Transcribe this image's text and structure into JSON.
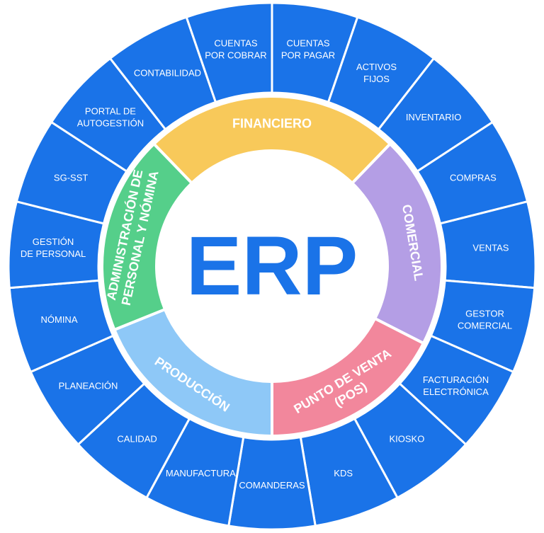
{
  "center": {
    "title": "ERP"
  },
  "colors": {
    "outer": "#1a73e8",
    "financiero": "#f8c95a",
    "comercial": "#b49ee5",
    "punto_de_venta": "#f2879c",
    "produccion": "#8ec8f7",
    "administracion": "#55cf8a",
    "divider": "#ffffff"
  },
  "inner_segments": [
    {
      "key": "financiero",
      "lines": [
        "FINANCIERO"
      ]
    },
    {
      "key": "comercial",
      "lines": [
        "COMERCIAL"
      ]
    },
    {
      "key": "punto_de_venta",
      "lines": [
        "PUNTO DE VENTA",
        "(POS)"
      ]
    },
    {
      "key": "produccion",
      "lines": [
        "PRODUCCIÓN"
      ]
    },
    {
      "key": "administracion",
      "lines": [
        "ADMINISTRACIÓN DE",
        "PERSONAL Y NÓMINA"
      ]
    }
  ],
  "outer_segments": [
    {
      "key": "cuentas-por-pagar",
      "lines": [
        "CUENTAS",
        "POR PAGAR"
      ]
    },
    {
      "key": "activos-fijos",
      "lines": [
        "ACTIVOS",
        "FIJOS"
      ]
    },
    {
      "key": "inventario",
      "lines": [
        "INVENTARIO"
      ]
    },
    {
      "key": "compras",
      "lines": [
        "COMPRAS"
      ]
    },
    {
      "key": "ventas",
      "lines": [
        "VENTAS"
      ]
    },
    {
      "key": "gestor-comercial",
      "lines": [
        "GESTOR",
        "COMERCIAL"
      ]
    },
    {
      "key": "facturacion-electronica",
      "lines": [
        "FACTURACIÓN",
        "ELECTRÓNICA"
      ]
    },
    {
      "key": "kiosko",
      "lines": [
        "KIOSKO"
      ]
    },
    {
      "key": "kds",
      "lines": [
        "KDS"
      ]
    },
    {
      "key": "comanderas",
      "lines": [
        "COMANDERAS"
      ]
    },
    {
      "key": "manufactura",
      "lines": [
        "MANUFACTURA"
      ]
    },
    {
      "key": "calidad",
      "lines": [
        "CALIDAD"
      ]
    },
    {
      "key": "planeacion",
      "lines": [
        "PLANEACIÓN"
      ]
    },
    {
      "key": "nomina",
      "lines": [
        "NÓMINA"
      ]
    },
    {
      "key": "gestion-de-personal",
      "lines": [
        "GESTIÓN",
        "DE PERSONAL"
      ]
    },
    {
      "key": "sg-sst",
      "lines": [
        "SG-SST"
      ]
    },
    {
      "key": "portal-de-autogestion",
      "lines": [
        "PORTAL DE",
        "AUTOGESTIÓN"
      ]
    },
    {
      "key": "contabilidad",
      "lines": [
        "CONTABILIDAD"
      ]
    },
    {
      "key": "cuentas-por-cobrar",
      "lines": [
        "CUENTAS",
        "POR COBRAR"
      ]
    }
  ]
}
